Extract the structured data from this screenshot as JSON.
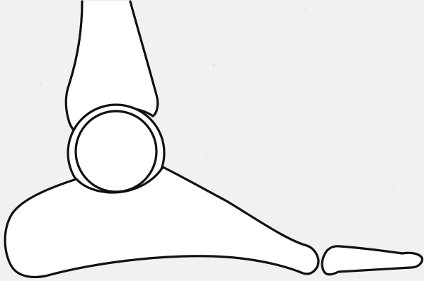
{
  "drawing": {
    "background_color": "#f1f1f1",
    "stroke_color": "#111111",
    "fill_color": "#ffffff",
    "parts": {
      "upper_bone": "upper-bone",
      "round_bone": "round-bone",
      "socket": "socket",
      "long_bone": "long-bone",
      "small_bone": "small-bone"
    }
  }
}
